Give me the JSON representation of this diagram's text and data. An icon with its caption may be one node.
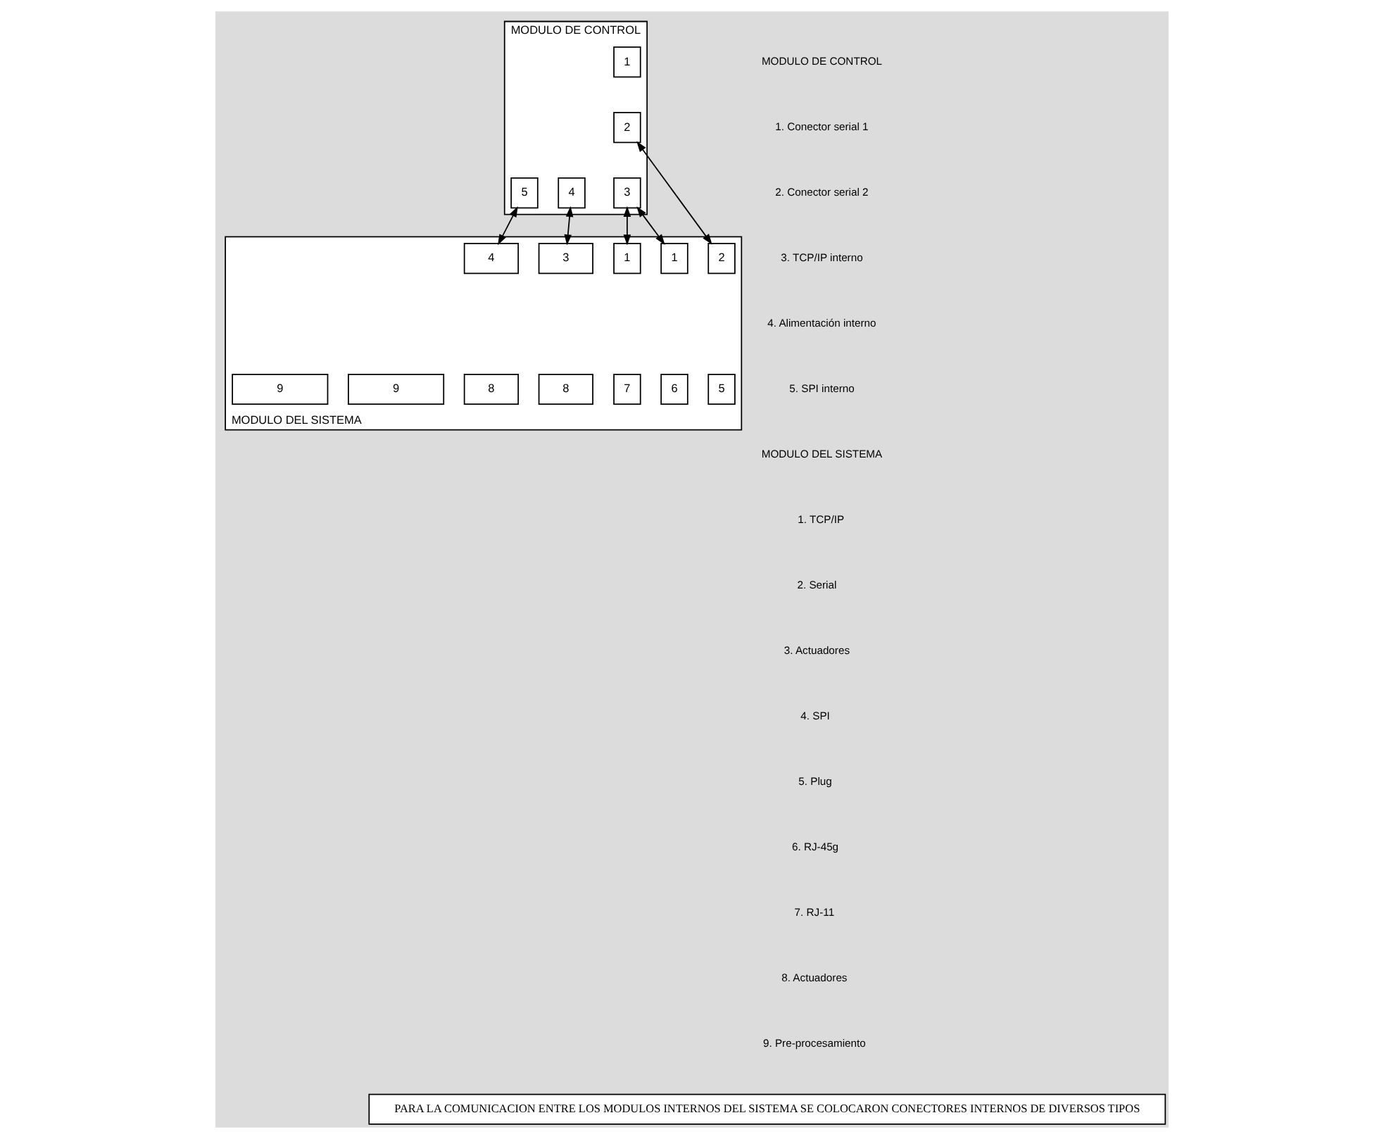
{
  "diagram": {
    "nodes": [
      {
        "text": [
          "MODULO DE CONTROL"
        ]
      },
      {
        "text": [
          "1"
        ],
        "in": 0
      },
      {
        "text": [
          "2"
        ],
        "in": 0
      },
      {
        "text": [
          "3"
        ],
        "in": 0
      },
      {
        "text": [
          "4"
        ],
        "in": 0
      },
      {
        "text": [
          "5"
        ],
        "in": 0
      },
      {
        "text": [
          "MODULO DEL SISTEMA"
        ]
      },
      {
        "text": [
          "1"
        ],
        "in": 6
      },
      {
        "text": [
          "1"
        ],
        "in": 6
      },
      {
        "text": [
          "2"
        ],
        "in": 6
      },
      {
        "text": [
          "3"
        ],
        "in": 6
      },
      {
        "text": [
          "4"
        ],
        "in": 6
      },
      {
        "text": [
          "5"
        ],
        "in": 6
      },
      {
        "text": [
          "6"
        ],
        "in": 6
      },
      {
        "text": [
          "7"
        ],
        "in": 6
      },
      {
        "text": [
          "8"
        ],
        "in": 6
      },
      {
        "text": [
          "8"
        ],
        "in": 6
      },
      {
        "text": [
          "9"
        ],
        "in": 6
      },
      {
        "text": [
          "9"
        ],
        "in": 6
      },
      {
        "text": [
          "PARA LA COMUNICACION ENTRE LOS MODULOS INTERNOS DEL SISTEMA SE COLOCARON CONECTORES INTERNOS DE DIVERSOS TIPOS"
        ]
      }
    ],
    "edges": [
      {
        "from": 3,
        "to": 7,
        "arrow": "both"
      },
      {
        "from": 3,
        "to": 8,
        "arrow": "both"
      },
      {
        "from": 2,
        "to": 9,
        "arrow": "both"
      },
      {
        "from": 4,
        "to": 10,
        "arrow": "both"
      },
      {
        "from": 5,
        "to": 11,
        "arrow": "both"
      }
    ],
    "labels": [
      "MODULO DE CONTROL",
      "1. Conector serial 1",
      "2. Conector serial 2",
      "3. TCP/IP interno",
      "4. Alimentación interno",
      "5. SPI interno",
      "MODULO DEL SISTEMA",
      "1. TCP/IP",
      "2. Serial",
      "3. Actuadores",
      "4. SPI",
      "5. Plug",
      "6. RJ-45g",
      "7. RJ-11",
      "8. Actuadores",
      "9. Pre-procesamiento"
    ]
  }
}
